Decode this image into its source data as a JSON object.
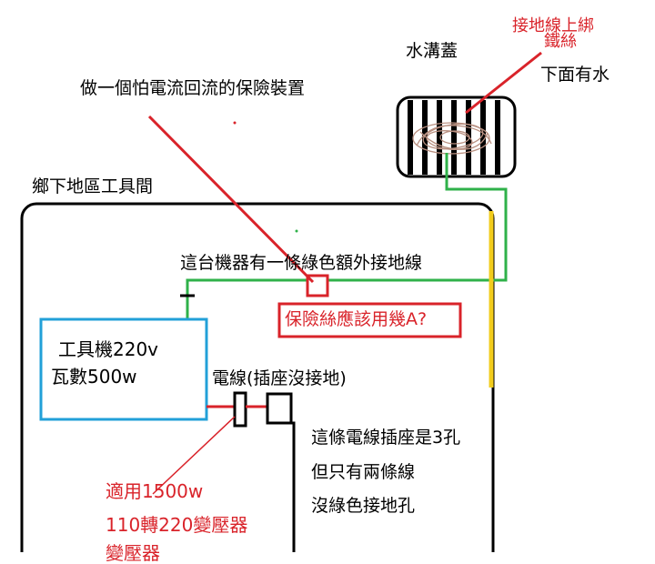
{
  "labels": {
    "ground_wire_tie": "接地線上綁",
    "iron_wire": "鐵絲",
    "drain_cover": "水溝蓋",
    "water_below": "下面有水",
    "protection_device": "做一個怕電流回流的保險裝置",
    "tool_room": "鄉下地區工具間",
    "extra_ground": "這台機器有一條綠色額外接地線",
    "fuse_question": "保險絲應該用幾A?",
    "machine_name": "工具機220v",
    "machine_watt": "瓦數500w",
    "cord_note": "電線(插座沒接地)",
    "plug_3pin": "這條電線插座是3孔",
    "two_wires": "但只有兩條線",
    "no_ground_hole": "沒綠色接地孔",
    "transformer_rating": "適用1500w",
    "transformer_type": "110轉220變壓器",
    "cut_off": "變壓器"
  },
  "colors": {
    "red": "#d9232a",
    "green": "#2fb14a",
    "blue": "#22a0d8",
    "yellow": "#f2cc1c",
    "black": "#000000",
    "swirl": "#b88f80"
  }
}
